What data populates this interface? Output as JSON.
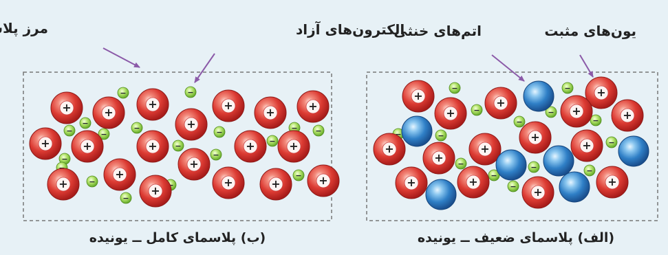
{
  "panels": {
    "left": {
      "caption": "(ب) پلاسمای کامل ــ یونیده",
      "label_boundary": "مرز پلاسما",
      "label_electrons": "الکترون‌های آزاد"
    },
    "right": {
      "caption": "(الف) پلاسمای ضعیف ــ یونیده",
      "label_neutral": "اتم‌های خنثی",
      "label_positive": "یون‌های مثبت"
    }
  },
  "symbols": {
    "positive": "+",
    "negative": "−"
  },
  "colors": {
    "background": "#e7f1f6",
    "ion": "#d93a35",
    "neutral_atom": "#2f7fc6",
    "electron": "#8cc63f",
    "arrow": "#8b5aa8",
    "boundary": "#777777"
  }
}
